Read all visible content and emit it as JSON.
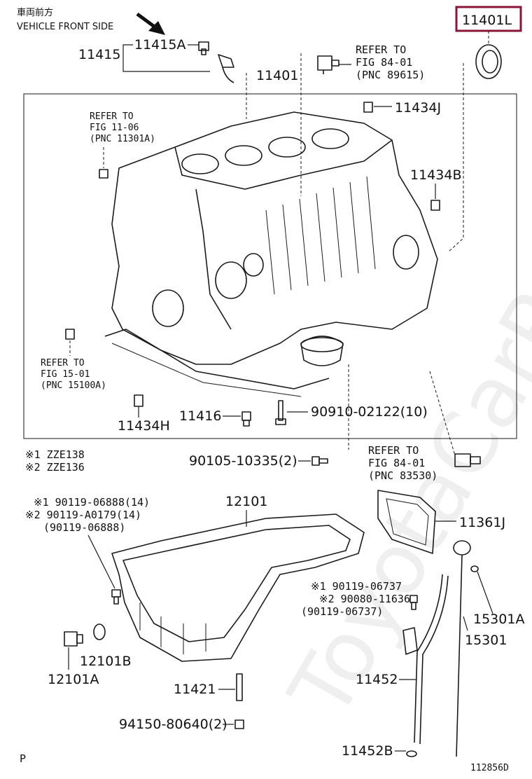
{
  "header": {
    "jp": "車両前方",
    "en": "VEHICLE FRONT SIDE"
  },
  "watermark": "ToyotaCarPartsRu",
  "highlight_color": "#8a1538",
  "labels": {
    "p11401L": "11401L",
    "p11415": "11415",
    "p11415A": "11415A",
    "p11401": "11401",
    "refer_top_1": "REFER TO",
    "refer_top_2": "FIG 84-01",
    "refer_top_3": "(PNC 89615)",
    "p11434J": "11434J",
    "refer_left_1": "REFER TO",
    "refer_left_2": "FIG 11-06",
    "refer_left_3": "(PNC 11301A)",
    "p11434B": "11434B",
    "refer_mid_1": "REFER TO",
    "refer_mid_2": "FIG 15-01",
    "refer_mid_3": "(PNC 15100A)",
    "p11434H": "11434H",
    "p11416": "11416",
    "p90910": "90910-02122(10)",
    "note1": "※1 ZZE138",
    "note2": "※2 ZZE136",
    "p90105": "90105-10335(2)",
    "refer_right_1": "REFER TO",
    "refer_right_2": "FIG 84-01",
    "refer_right_3": "(PNC 83530)",
    "bolt_left_1": "※1 90119-06888(14)",
    "bolt_left_2": "※2 90119-A0179(14)",
    "bolt_left_3": "(90119-06888)",
    "p12101": "12101",
    "p11361J": "11361J",
    "bolt_right_1": "※1 90119-06737",
    "bolt_right_2": "※2 90080-11636",
    "bolt_right_3": "(90119-06737)",
    "p15301A": "15301A",
    "p15301": "15301",
    "p12101B": "12101B",
    "p12101A": "12101A",
    "p11421": "11421",
    "p11452": "11452",
    "p94150": "94150-80640(2)",
    "p11452B": "11452B",
    "corner_p": "P",
    "fig_number": "112856D"
  }
}
